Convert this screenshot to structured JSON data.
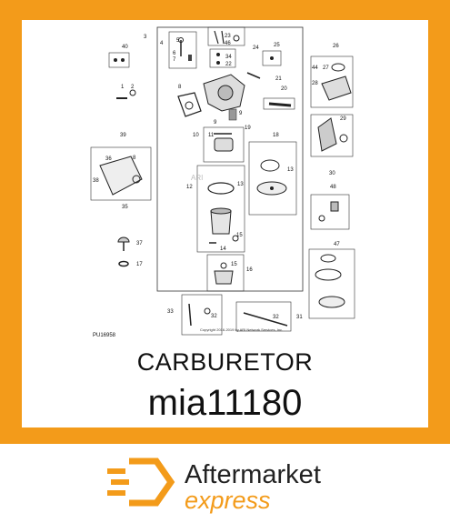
{
  "page": {
    "title": "CARBURETOR",
    "part_number": "mia11180",
    "background_color": "#f39b1a"
  },
  "brand": {
    "line1": "Aftermarket",
    "line2": "express",
    "logo_icon": "arrow-hex-logo-icon",
    "accent_color": "#f39b1a"
  },
  "diagram": {
    "figure_id": "PU16958",
    "watermark": "ARI",
    "copyright": "Copyright 2016-2019 by ARI Network Services, Inc.",
    "callouts": {
      "c1": "1",
      "c2": "2",
      "c3": "3",
      "c4": "4",
      "c5": "5",
      "c6": "6",
      "c7": "7",
      "c8": "8",
      "c9": "9",
      "c10": "10",
      "c11": "11",
      "c12": "12",
      "c13a": "13",
      "c13b": "13",
      "c14": "14",
      "c15a": "15",
      "c15b": "15",
      "c16": "16",
      "c17": "17",
      "c18": "18",
      "c19": "19",
      "c20": "20",
      "c21": "21",
      "c22": "22",
      "c23": "23",
      "c24": "24",
      "c25": "25",
      "c26": "26",
      "c27": "27",
      "c28": "28",
      "c29": "29",
      "c30": "30",
      "c31": "31",
      "c32a": "32",
      "c32b": "32",
      "c33": "33",
      "c34": "34",
      "c35": "35",
      "c36": "36",
      "c37": "37",
      "c38": "38",
      "c39": "39",
      "c40": "40",
      "c44": "44",
      "c46": "46",
      "c47": "47",
      "c48": "48",
      "c8b": "8"
    }
  }
}
